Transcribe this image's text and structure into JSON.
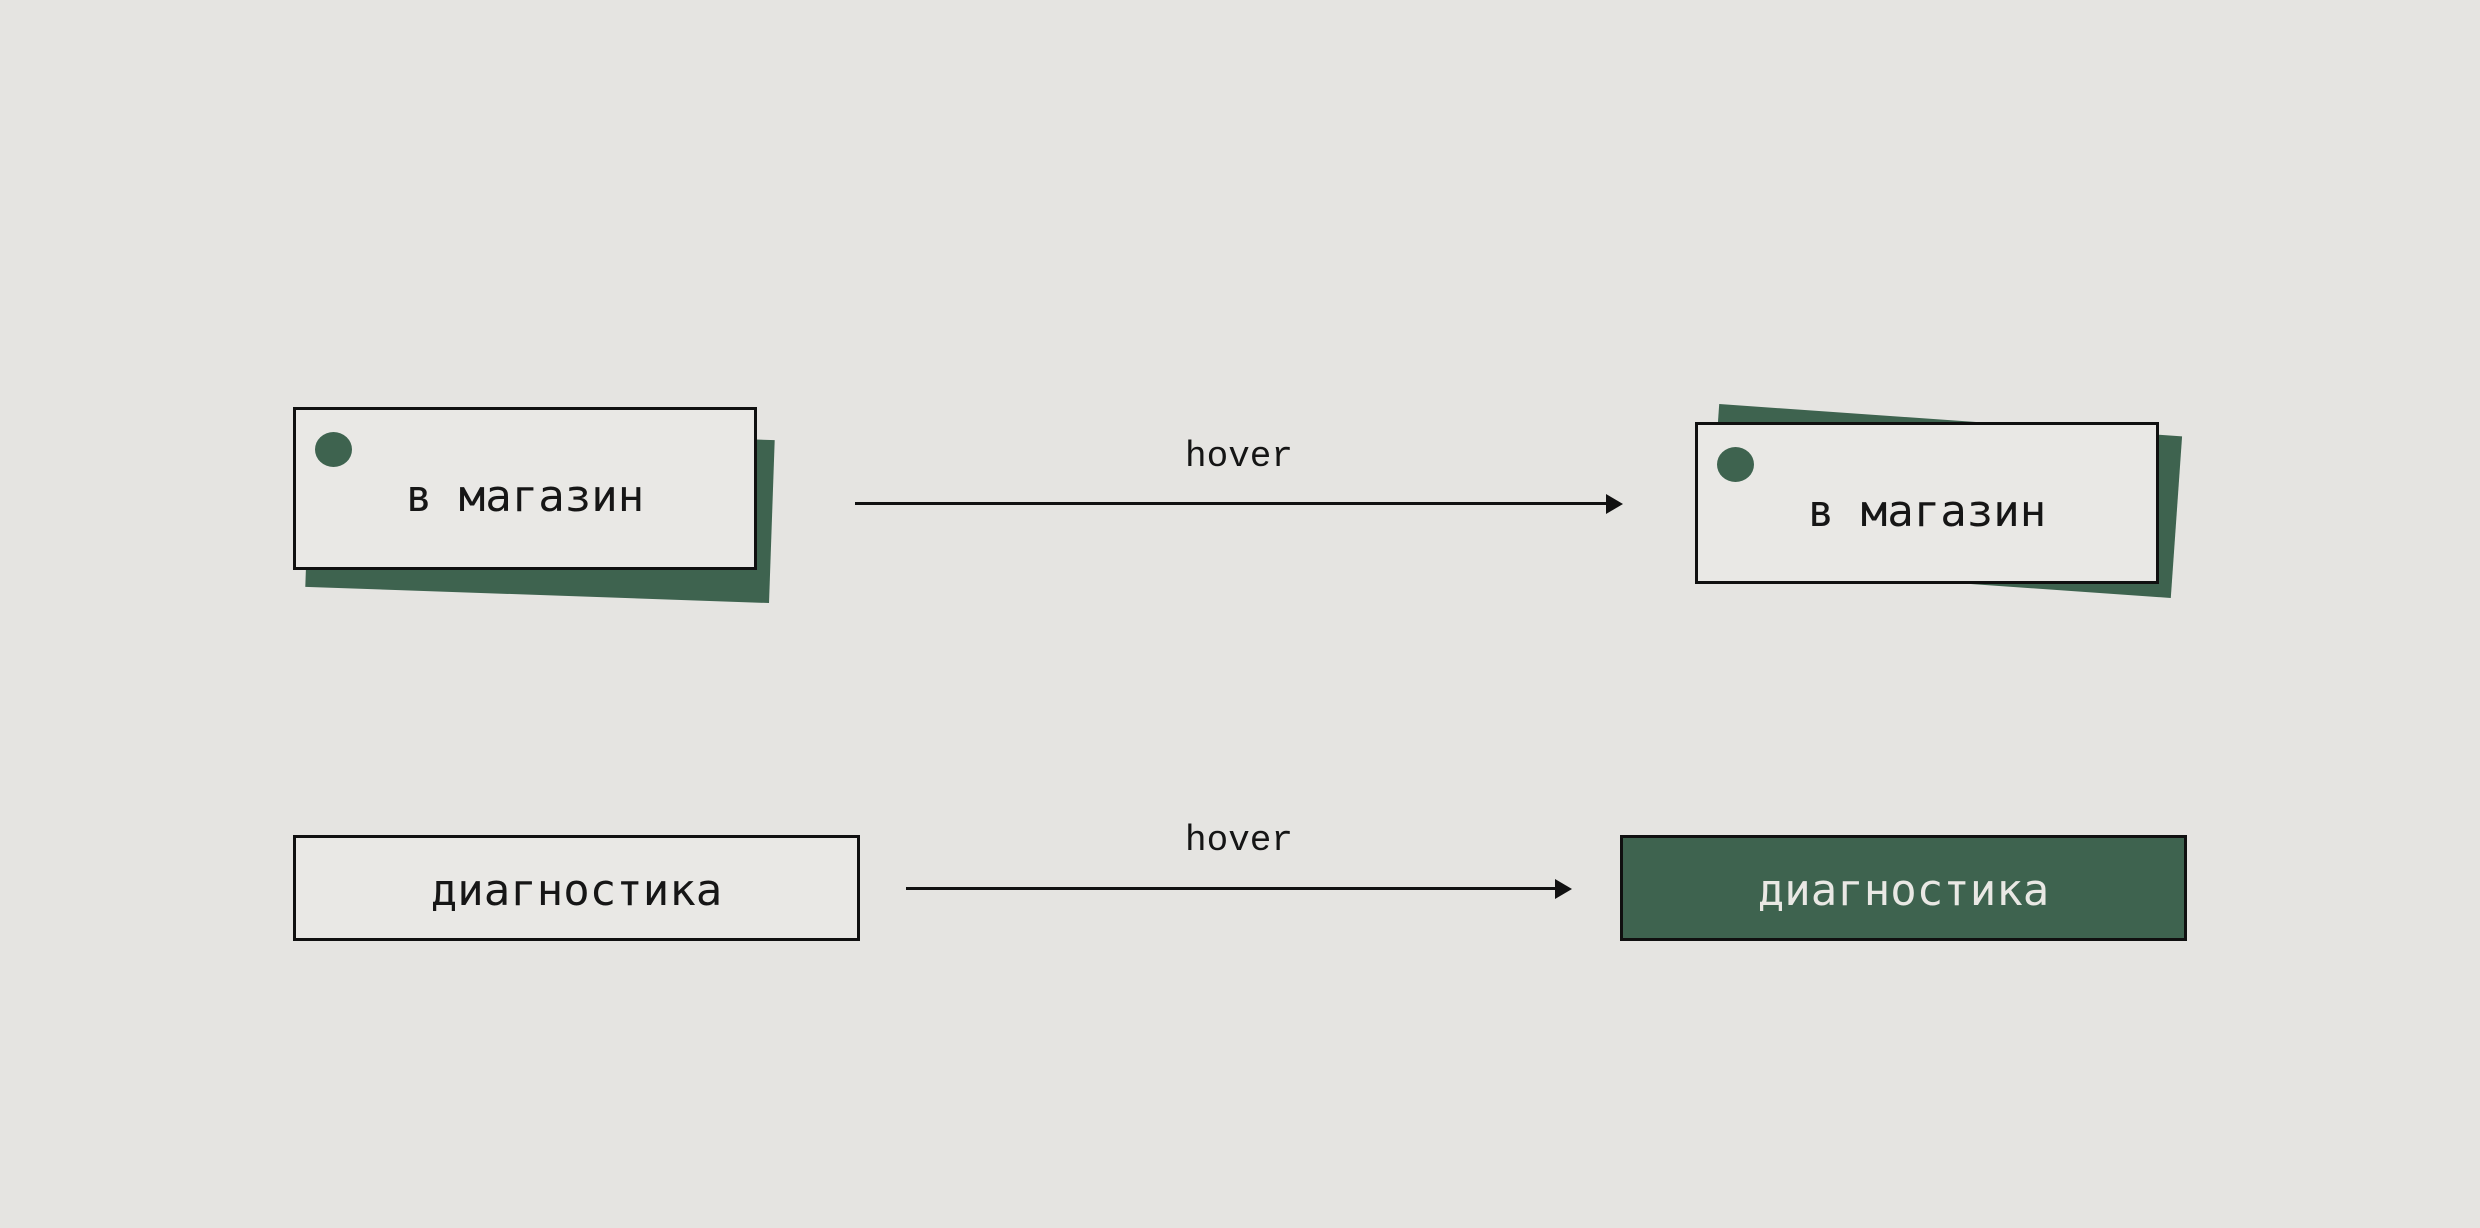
{
  "palette": {
    "background": "#e5e4e1",
    "button_surface": "#e9e8e5",
    "accent_green": "#3e634f",
    "ink": "#111111",
    "light_text": "#e9e8e4"
  },
  "rows": [
    {
      "name": "shop-button-states",
      "default": {
        "label": "в магазин"
      },
      "hover": {
        "label": "в магазин"
      },
      "transition_label": "hover"
    },
    {
      "name": "diagnostics-button-states",
      "default": {
        "label": "диагностика"
      },
      "hover": {
        "label": "диагностика"
      },
      "transition_label": "hover"
    }
  ]
}
